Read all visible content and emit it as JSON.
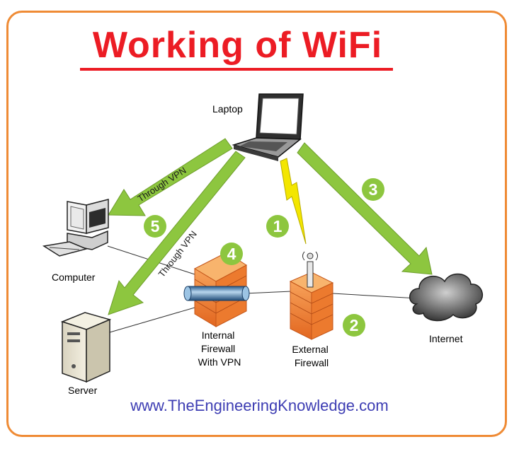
{
  "title": "Working of WiFi",
  "website": "www.TheEngineeringKnowledge.com",
  "nodes": {
    "laptop": "Laptop",
    "computer": "Computer",
    "server": "Server",
    "internet": "Internet",
    "internal_firewall": [
      "Internal",
      "Firewall",
      "With VPN"
    ],
    "external_firewall": [
      "External",
      "Firewall"
    ]
  },
  "arrow_labels": {
    "to_computer": "Through VPN",
    "to_server": "Through VPN"
  },
  "steps": [
    "1",
    "2",
    "3",
    "4",
    "5"
  ],
  "colors": {
    "title": "#ec1c24",
    "border": "#ef8b35",
    "arrow_green": "#8dc63f",
    "step_circle": "#8dc63f",
    "link_text": "#3d3db3",
    "lightning": "#f3e600"
  }
}
